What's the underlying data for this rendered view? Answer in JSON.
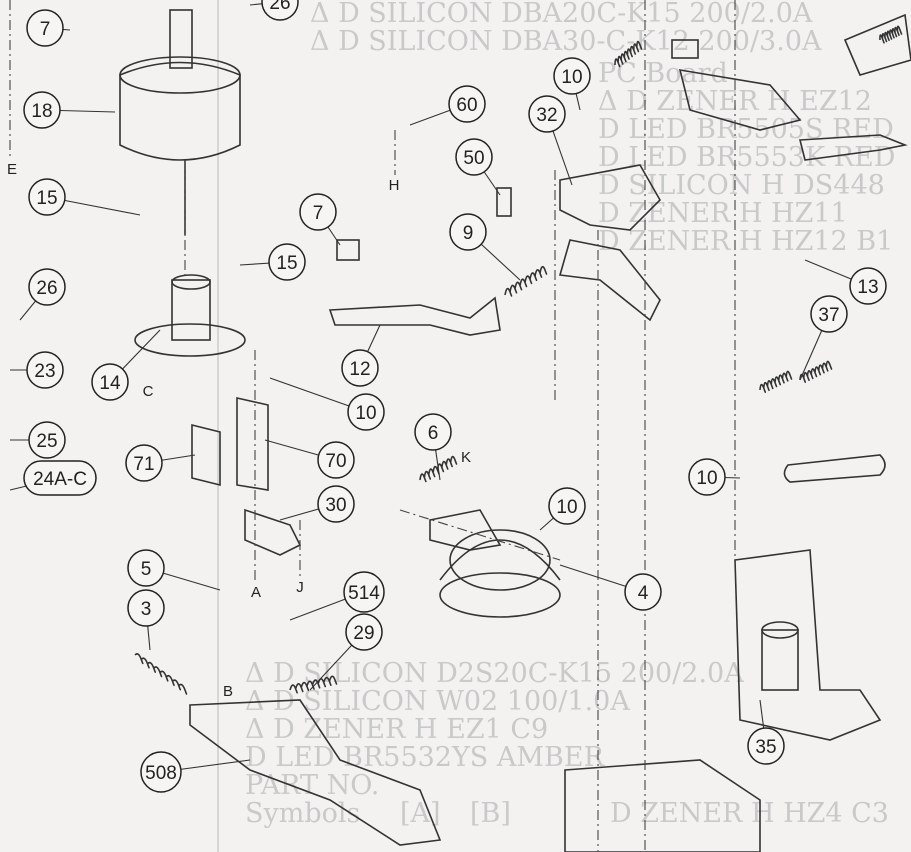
{
  "diagram": {
    "title": "Exploded parts view (mechanism)",
    "callouts": [
      "7",
      "18",
      "15",
      "26",
      "23",
      "25",
      "24A-C",
      "5",
      "3",
      "508",
      "14",
      "71",
      "70",
      "30",
      "10",
      "12",
      "7",
      "15",
      "26",
      "60",
      "50",
      "10",
      "32",
      "9",
      "6",
      "10",
      "10",
      "4",
      "13",
      "37",
      "35",
      "514",
      "29"
    ],
    "reference_letters": [
      "E",
      "H",
      "C",
      "A",
      "J",
      "B",
      "K"
    ],
    "bleed_through_text": [
      "Δ D SILICON DBA20C-K15 200/2.0A",
      "Δ D SILICON DBA30-C-K12 200/3.0A",
      "Δ D SILICON D2S20C-K15 200/2.0A",
      "Δ D SILICON W02 100/1.0A",
      "Δ D ZENER H EZ1 C9",
      "PC Board",
      "Δ D ZENER H EZ12",
      "D LED BR5532YS AMBER",
      "D LED BR5505S RED",
      "D LED BR5553K RED",
      "PART NO.",
      "D SILICON H DS448",
      "D ZENER H HZ11",
      "D ZENER H HZ12 B1",
      "D ZENER H HZ4 C3",
      "Symbols",
      "[A]",
      "[B]"
    ]
  }
}
